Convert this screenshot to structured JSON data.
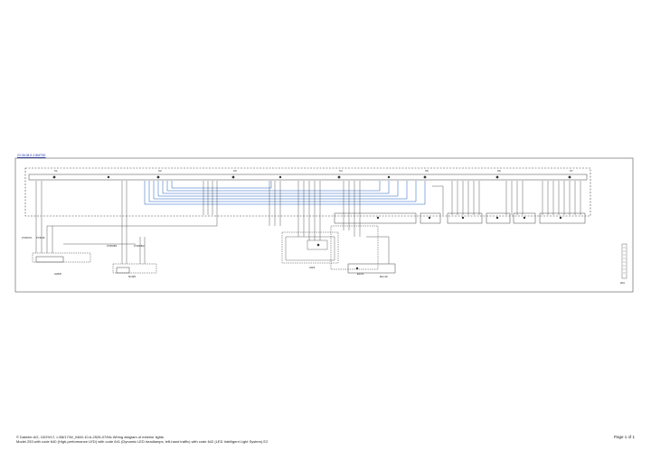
{
  "header": {
    "ref_link": "C2-06.08-S-2-BMTGE"
  },
  "footer": {
    "line1": "© Daimler AG, 10/29/17, L/08/17/W_0460-10-b-2526-07/Mc  Wiring diagram of exterior lights",
    "line2": "Model 253 with code 640 (High-performance LED) with code 641 (Dynamic LED headlamps, left-hand traffic) with code 642 (LED Intelligent Light System) E2",
    "page": "Page 1 of 1"
  },
  "diagram": {
    "module_tags": [
      "X1",
      "X2",
      "X3",
      "X4",
      "X5",
      "X6",
      "X7"
    ],
    "lower_components": [
      {
        "label": "A26/8"
      },
      {
        "label": "N10/6"
      },
      {
        "label": "A9/3"
      },
      {
        "label": "E1n9"
      },
      {
        "label": "E1n10"
      }
    ],
    "connector_tags": [
      "Z7/36z7/1",
      "Z7/36z8",
      "Z7/36z8/1",
      "Z7/36z8/2",
      "W10"
    ],
    "colors": {
      "frame": "#444444",
      "wire": "#333333",
      "can_bus": "#1f5fc2",
      "link": "#1c2fb0"
    }
  }
}
